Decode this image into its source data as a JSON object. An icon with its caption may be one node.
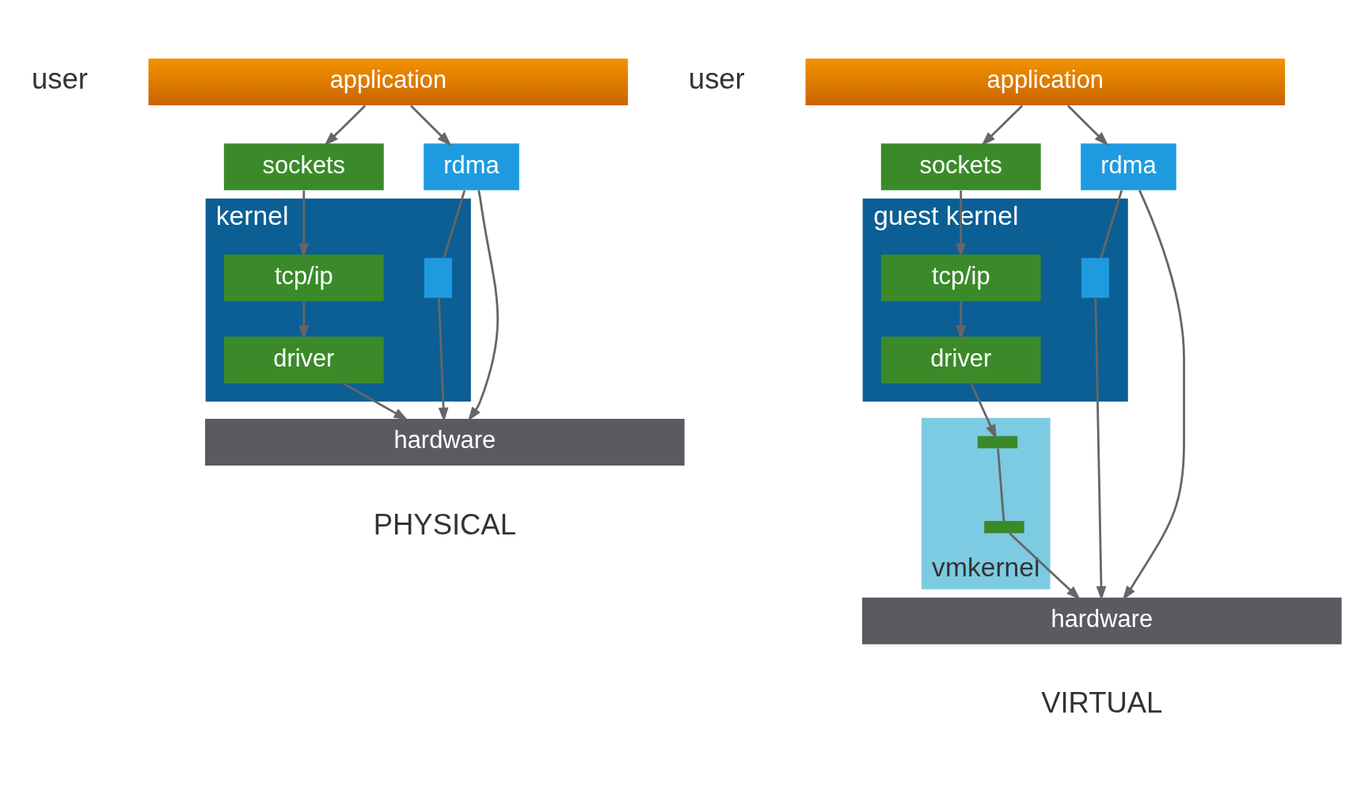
{
  "diagram": {
    "nodes": [
      {
        "text": [
          "application"
        ]
      },
      {
        "text": [
          "rdma"
        ]
      },
      {
        "text": [
          "sockets"
        ]
      },
      {
        "text": [
          "kernel"
        ]
      },
      {
        "text": [
          "tcp/ip"
        ],
        "in": 3
      },
      {
        "text": [
          "driver"
        ],
        "in": 3
      },
      {
        "text": [],
        "shape": "box",
        "in": 3
      },
      {
        "text": [
          "hardware"
        ]
      },
      {
        "text": [
          "application"
        ]
      },
      {
        "text": [
          "rdma"
        ]
      },
      {
        "text": [
          "sockets"
        ]
      },
      {
        "text": [
          "guest kernel"
        ]
      },
      {
        "text": [
          "tcp/ip"
        ],
        "in": 11
      },
      {
        "text": [
          "driver"
        ],
        "in": 11
      },
      {
        "text": [],
        "shape": "box",
        "in": 11
      },
      {
        "text": [
          "vmkernel"
        ]
      },
      {
        "text": [],
        "shape": "bar",
        "in": 15
      },
      {
        "text": [],
        "shape": "bar",
        "in": 15
      },
      {
        "text": [
          "hardware"
        ]
      }
    ],
    "edges": [
      {
        "from": 0,
        "to": 2,
        "arrow": "to"
      },
      {
        "from": 0,
        "to": 1,
        "arrow": "to"
      },
      {
        "from": 2,
        "to": 4,
        "arrow": "to"
      },
      {
        "from": 4,
        "to": 5,
        "arrow": "to"
      },
      {
        "from": 5,
        "to": 7,
        "arrow": "to"
      },
      {
        "from": 1,
        "to": 6,
        "arrow": "none"
      },
      {
        "from": 6,
        "to": 7,
        "arrow": "to"
      },
      {
        "from": 1,
        "to": 7,
        "arrow": "to"
      },
      {
        "from": 8,
        "to": 10,
        "arrow": "to"
      },
      {
        "from": 8,
        "to": 9,
        "arrow": "to"
      },
      {
        "from": 10,
        "to": 12,
        "arrow": "to"
      },
      {
        "from": 12,
        "to": 13,
        "arrow": "to"
      },
      {
        "from": 13,
        "to": 16,
        "arrow": "to"
      },
      {
        "from": 16,
        "to": 17,
        "arrow": "none"
      },
      {
        "from": 17,
        "to": 18,
        "arrow": "to"
      },
      {
        "from": 9,
        "to": 14,
        "arrow": "none"
      },
      {
        "from": 14,
        "to": 18,
        "arrow": "to"
      },
      {
        "from": 9,
        "to": 18,
        "arrow": "to"
      }
    ],
    "labels": [
      "user",
      "user",
      "PHYSICAL",
      "VIRTUAL"
    ]
  }
}
